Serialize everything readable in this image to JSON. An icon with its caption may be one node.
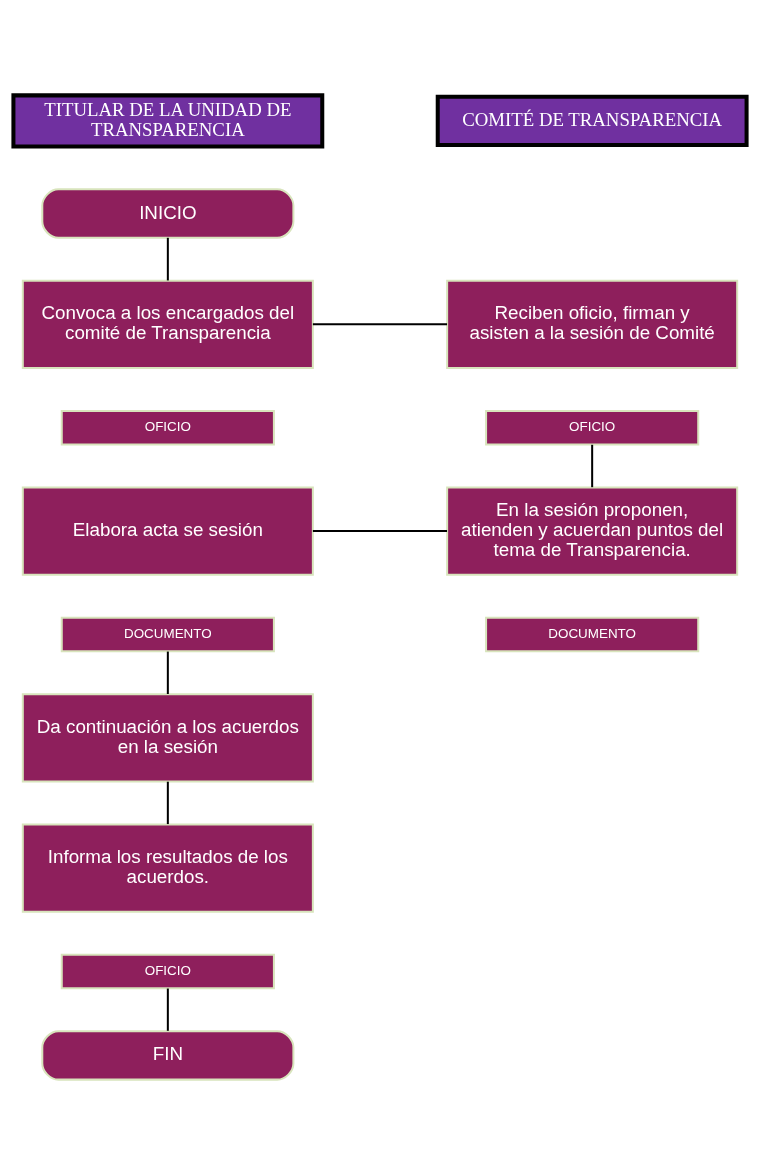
{
  "diagram": {
    "nodes": [
      {
        "text": [
          "TITULAR DE LA UNIDAD DE TRANSPARENCIA"
        ]
      },
      {
        "text": [
          "COMITÉ DE TRANSPARENCIA"
        ]
      },
      {
        "text": [
          "INICIO"
        ]
      },
      {
        "text": [
          "Convoca a los encargados del comité de Transparencia"
        ]
      },
      {
        "text": [
          "Reciben oficio, firman y asisten a la sesión de Comité"
        ]
      },
      {
        "text": [
          "OFICIO"
        ]
      },
      {
        "text": [
          "OFICIO"
        ]
      },
      {
        "text": [
          "Elabora acta se sesión"
        ]
      },
      {
        "text": [
          "En la sesión proponen, atienden y acuerdan puntos del tema de Transparencia."
        ]
      },
      {
        "text": [
          "DOCUMENTO"
        ]
      },
      {
        "text": [
          "DOCUMENTO"
        ]
      },
      {
        "text": [
          "Da continuación a los acuerdos en la sesión"
        ]
      },
      {
        "text": [
          "Informa los resultados de los acuerdos."
        ]
      },
      {
        "text": [
          "OFICIO"
        ]
      },
      {
        "text": [
          "FIN"
        ]
      }
    ],
    "edges": [
      {
        "from": 2,
        "to": 3,
        "arrow": "none"
      },
      {
        "from": 3,
        "to": 4,
        "arrow": "none"
      },
      {
        "from": 6,
        "to": 8,
        "arrow": "none"
      },
      {
        "from": 8,
        "to": 7,
        "arrow": "none"
      },
      {
        "from": 9,
        "to": 11,
        "arrow": "none"
      },
      {
        "from": 11,
        "to": 12,
        "arrow": "none"
      },
      {
        "from": 13,
        "to": 14,
        "arrow": "none"
      }
    ]
  }
}
